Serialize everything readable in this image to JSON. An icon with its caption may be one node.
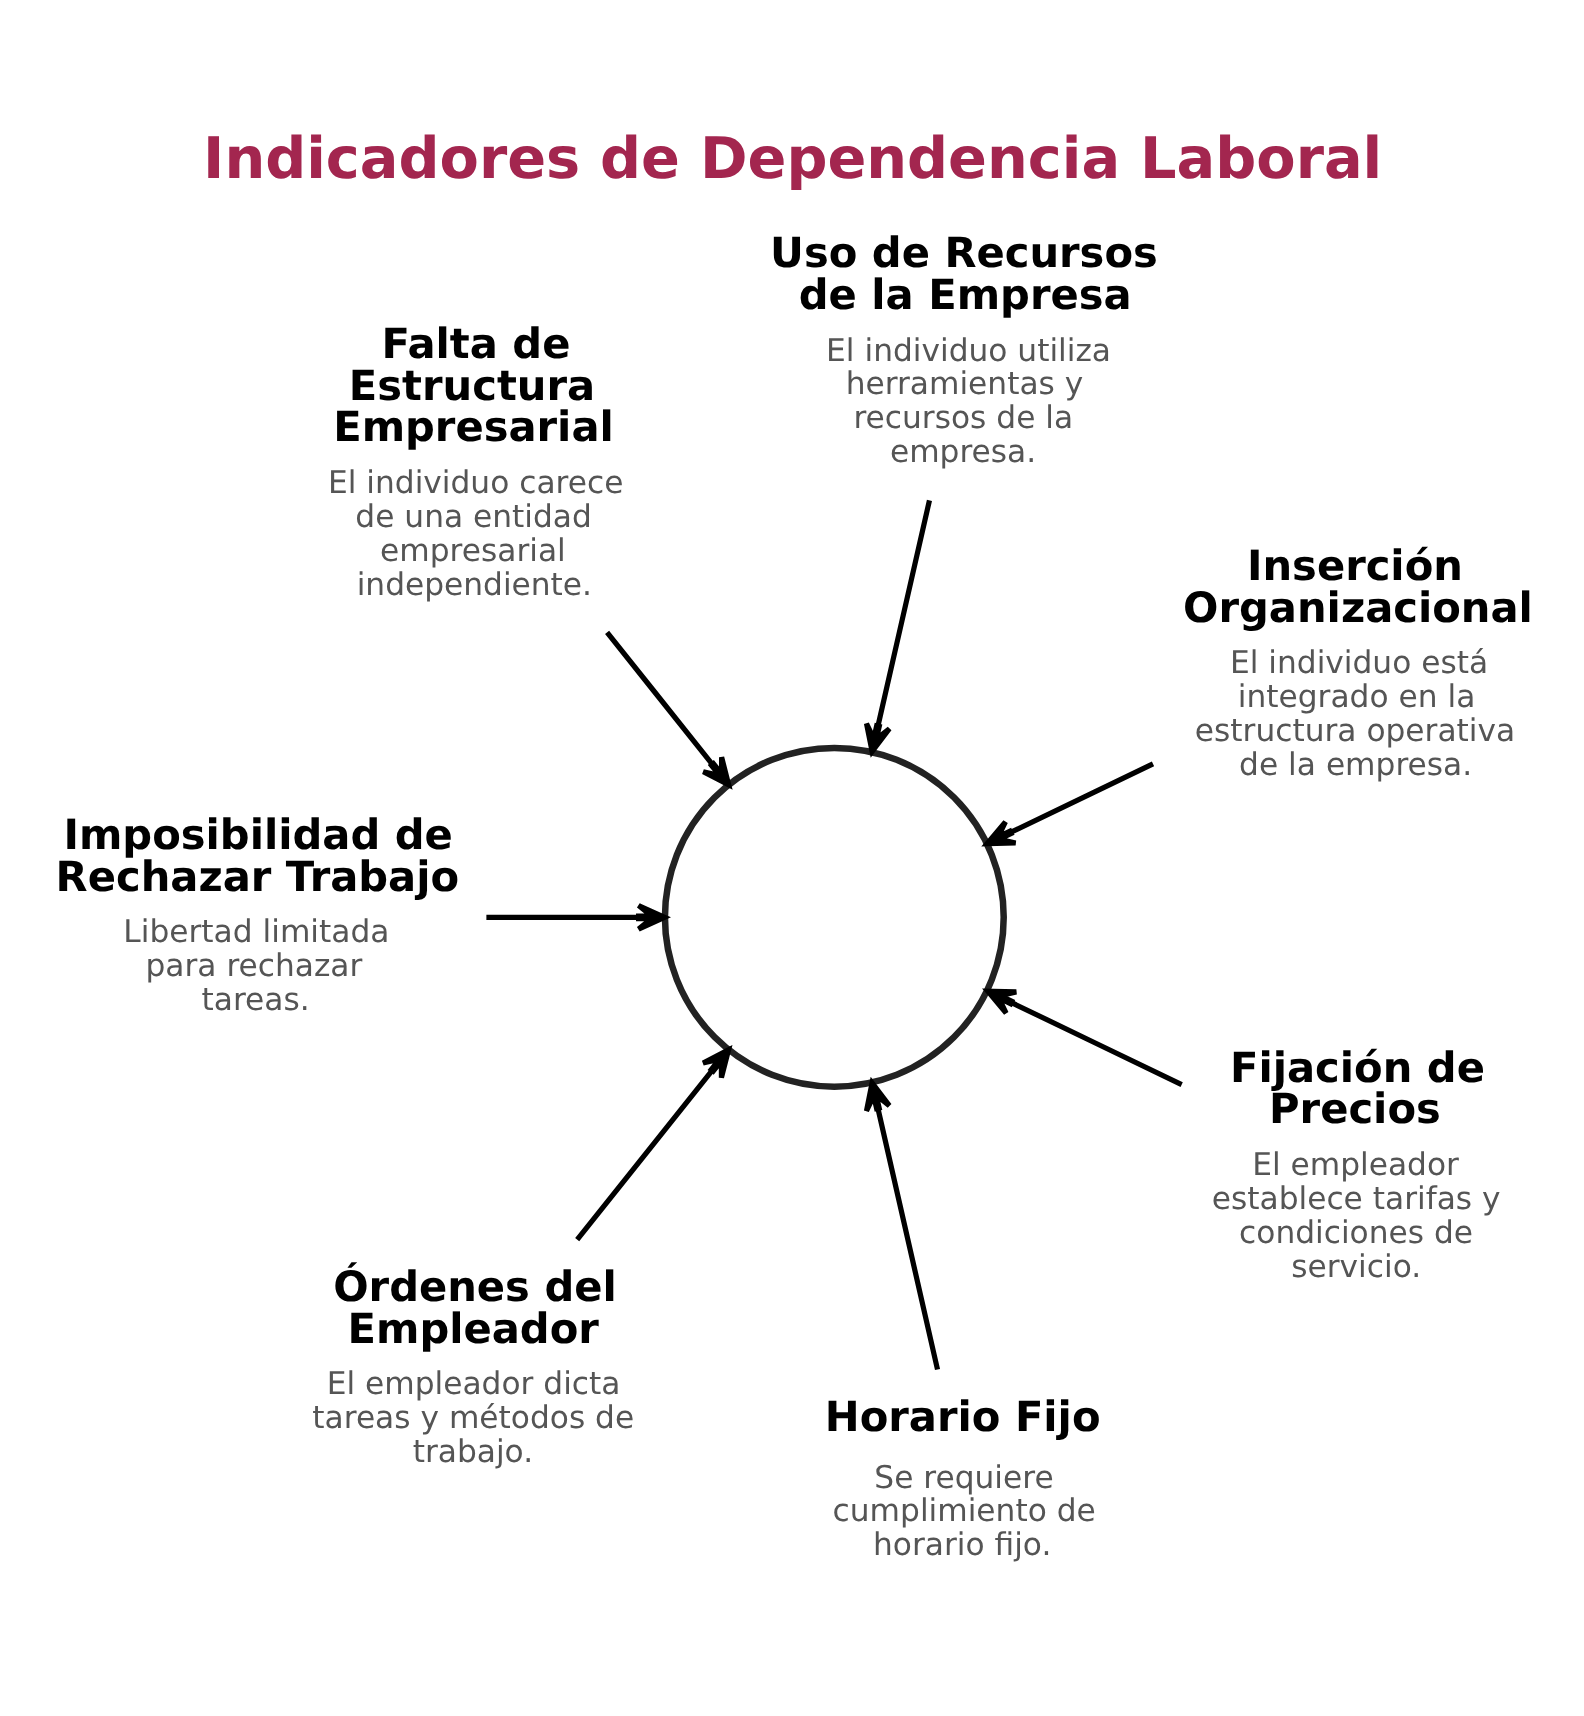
{
  "diagram": {
    "title": "Indicadores de Dependencia Laboral",
    "nodes": [
      {
        "text": [
          "Inserción Organizacional",
          "El individuo está integrado en la estructura operativa de la empresa."
        ]
      },
      {
        "text": [
          "Uso de Recursos de la Empresa",
          "El individuo utiliza herramientas y recursos de la empresa."
        ]
      },
      {
        "text": [
          "Falta de Estructura Empresarial",
          "El individuo carece de una entidad empresarial independiente."
        ]
      },
      {
        "text": [
          "Imposibilidad de Rechazar Trabajo",
          "Libertad limitada para rechazar tareas."
        ]
      },
      {
        "text": [],
        "shape": "circle"
      },
      {
        "text": [
          "Órdenes del Empleador",
          "El empleador dicta tareas y métodos de trabajo."
        ]
      },
      {
        "text": [
          "Horario Fijo",
          "Se requiere cumplimiento de horario fijo."
        ]
      },
      {
        "text": [
          "Fijación de Precios",
          "El empleador establece tarifas y condiciones de servicio."
        ]
      }
    ],
    "edges": [
      {
        "from": 0,
        "to": 4,
        "arrow": "to"
      },
      {
        "from": 1,
        "to": 4,
        "arrow": "to"
      },
      {
        "from": 2,
        "to": 4,
        "arrow": "to"
      },
      {
        "from": 3,
        "to": 4,
        "arrow": "to"
      },
      {
        "from": 5,
        "to": 4,
        "arrow": "to"
      },
      {
        "from": 6,
        "to": 4,
        "arrow": "to"
      },
      {
        "from": 7,
        "to": 4,
        "arrow": "to"
      }
    ]
  }
}
